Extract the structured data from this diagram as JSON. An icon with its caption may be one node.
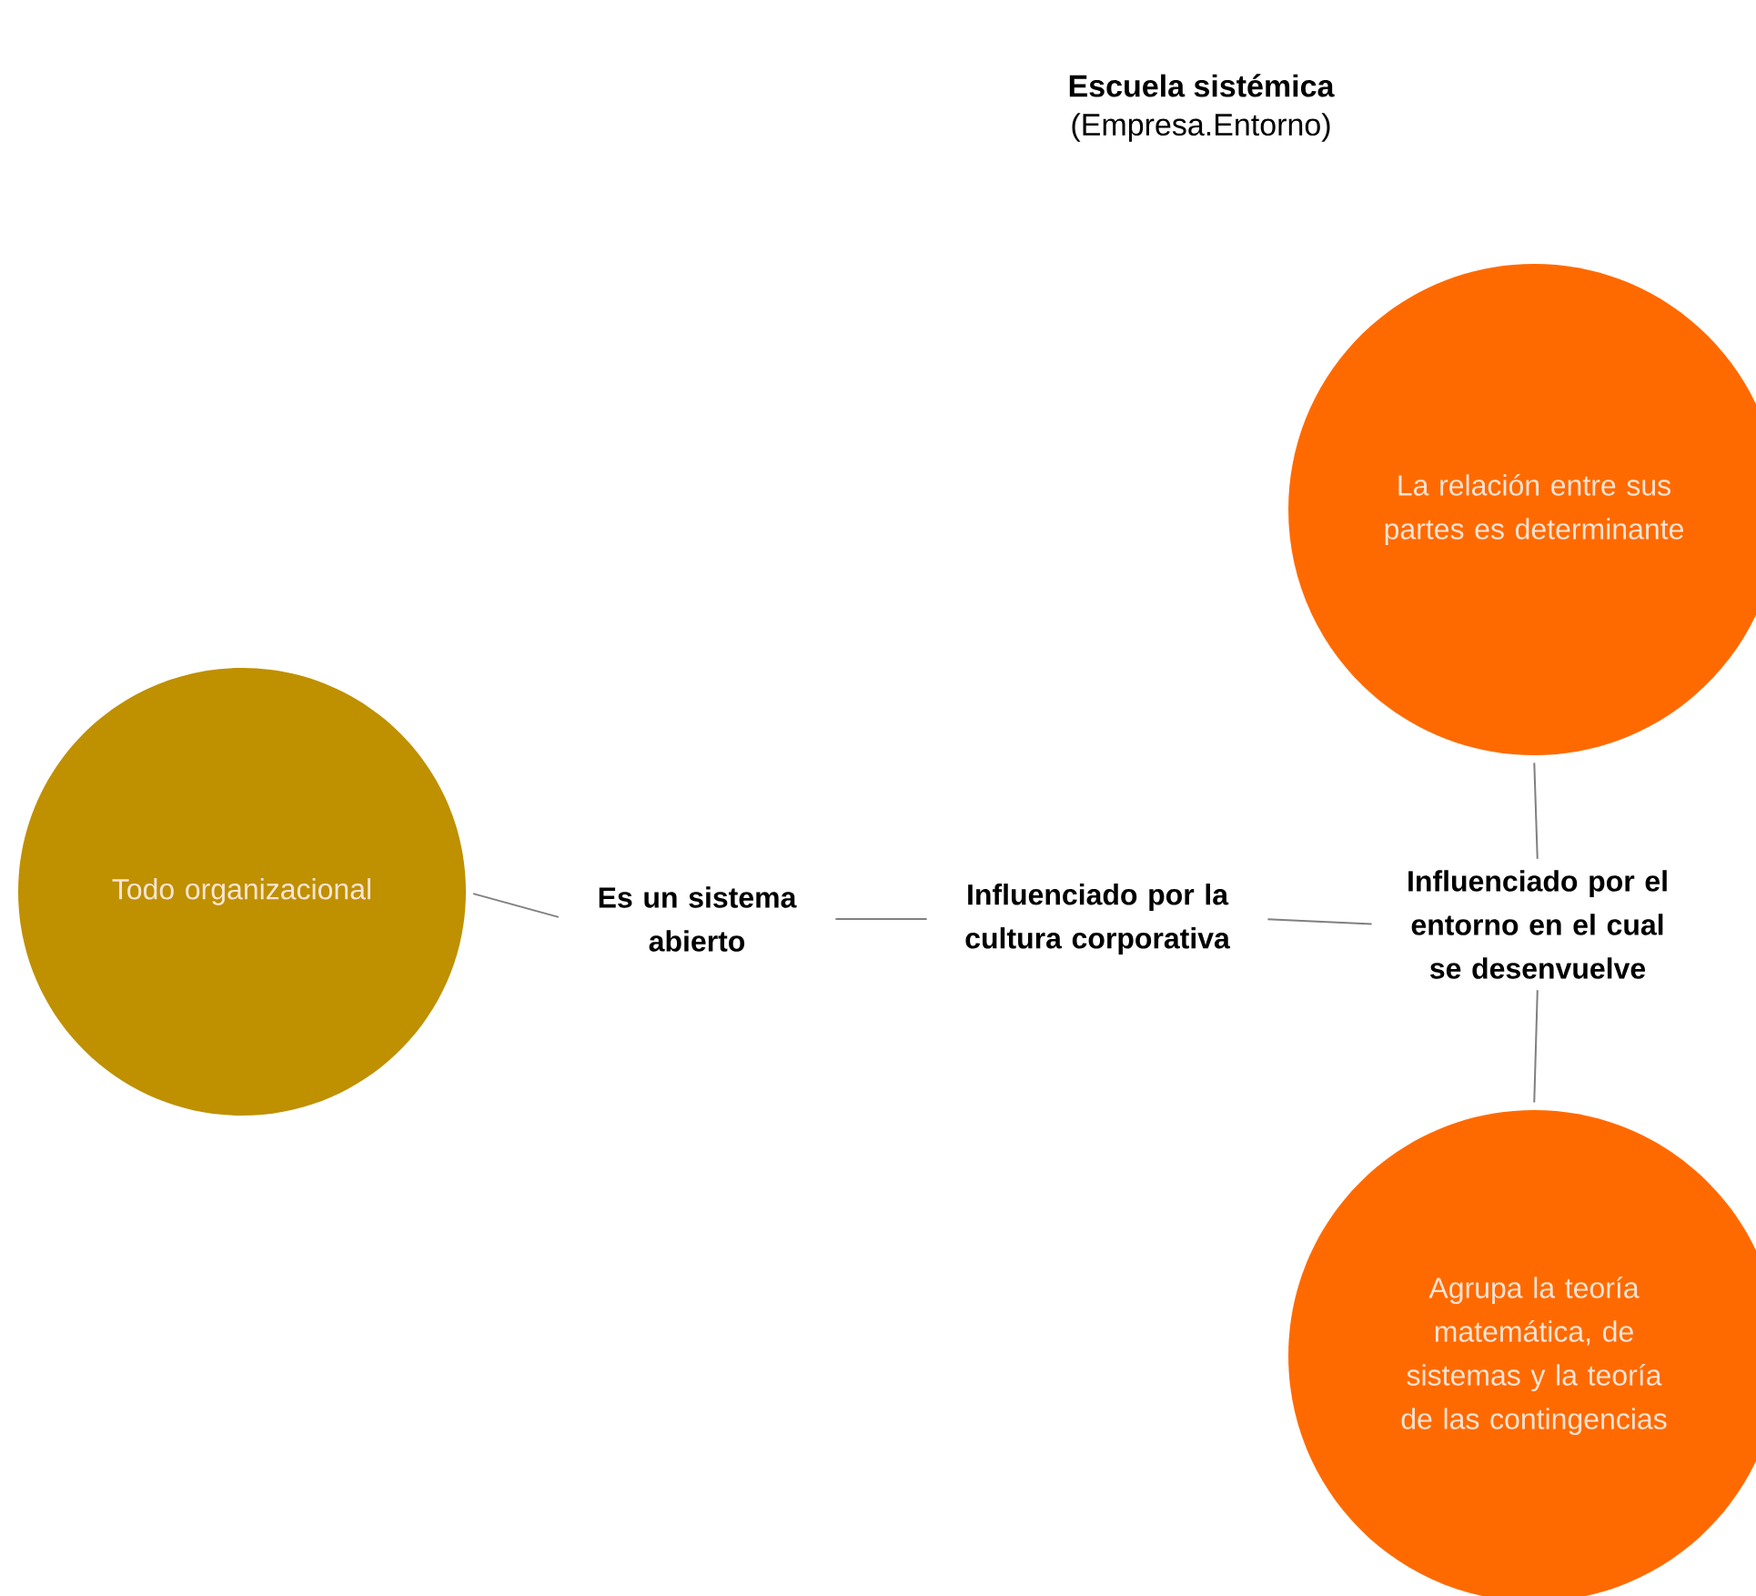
{
  "diagram": {
    "title": "Escuela sistémica",
    "nodes": [
      {
        "text": [
          "Todo organizacional"
        ]
      },
      {
        "text": [
          "Es un sistema abierto"
        ]
      },
      {
        "text": [
          "Influenciado por la cultura corporativa"
        ]
      },
      {
        "text": [
          "Influenciado por el entorno en el cual se desenvuelve"
        ]
      },
      {
        "text": [
          "La relación entre sus partes es determinante"
        ]
      },
      {
        "text": [
          "Agrupa la teoría matemática,  de sistemas y la teoría de las contingencias"
        ]
      }
    ],
    "edges": [
      {
        "from": 0,
        "to": 1,
        "arrow": "none"
      },
      {
        "from": 1,
        "to": 2,
        "arrow": "none"
      },
      {
        "from": 2,
        "to": 3,
        "arrow": "none"
      },
      {
        "from": 4,
        "to": 3,
        "arrow": "none"
      },
      {
        "from": 3,
        "to": 5,
        "arrow": "none"
      }
    ],
    "labels": [
      "(Empresa.Entorno)"
    ]
  }
}
